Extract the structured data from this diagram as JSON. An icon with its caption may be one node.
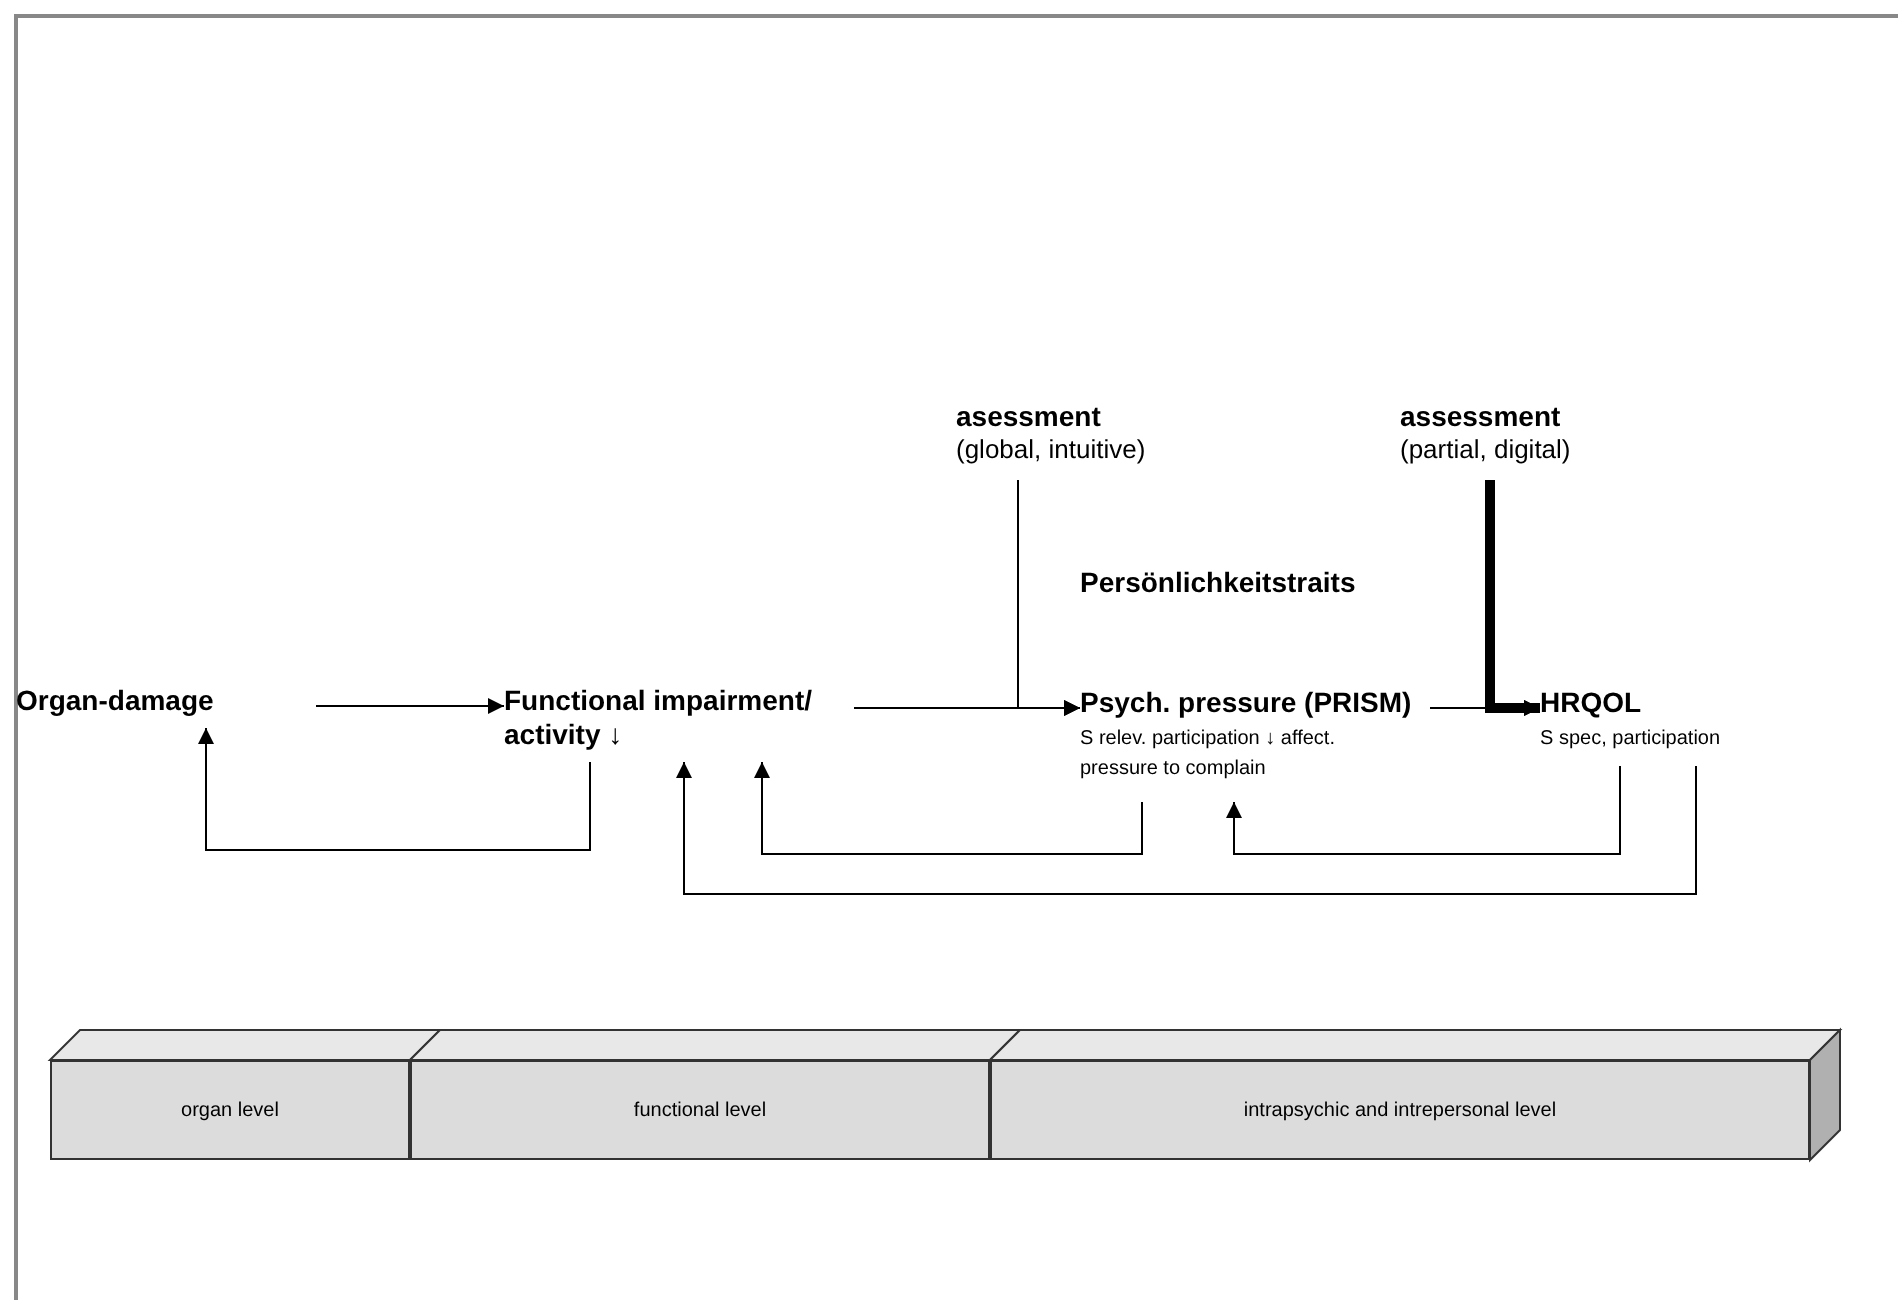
{
  "diagram": {
    "nodes": [
      {
        "text": [
          "Organ-damage"
        ]
      },
      {
        "text": [
          "Functional impairment/ activity ↓"
        ]
      },
      {
        "text": [
          "asessment",
          "(global, intuitive)"
        ]
      },
      {
        "text": [
          "assessment",
          "(partial, digital)"
        ]
      },
      {
        "text": [
          "Psych. pressure (PRISM)",
          "S relev. participation ↓ affect. pressure to complain"
        ]
      },
      {
        "text": [
          "HRQOL",
          "S spec, participation"
        ]
      },
      {
        "text": [
          "organ level"
        ]
      },
      {
        "text": [
          "functional level"
        ]
      },
      {
        "text": [
          "intrapsychic and intrepersonal level"
        ]
      }
    ],
    "edges": [
      {
        "from": 0,
        "to": 1,
        "arrow": "to"
      },
      {
        "from": 1,
        "to": 4,
        "arrow": "to"
      },
      {
        "from": 2,
        "to": 4,
        "arrow": "to"
      },
      {
        "from": 4,
        "to": 5,
        "arrow": "to"
      },
      {
        "from": 3,
        "to": 5,
        "arrow": "to",
        "style": "thick"
      },
      {
        "from": 1,
        "to": 0,
        "arrow": "to"
      },
      {
        "from": 4,
        "to": 1,
        "arrow": "to"
      },
      {
        "from": 5,
        "to": 4,
        "arrow": "to"
      },
      {
        "from": 5,
        "to": 1,
        "arrow": "to"
      }
    ],
    "labels": [
      "Persönlichkeitstraits"
    ]
  }
}
